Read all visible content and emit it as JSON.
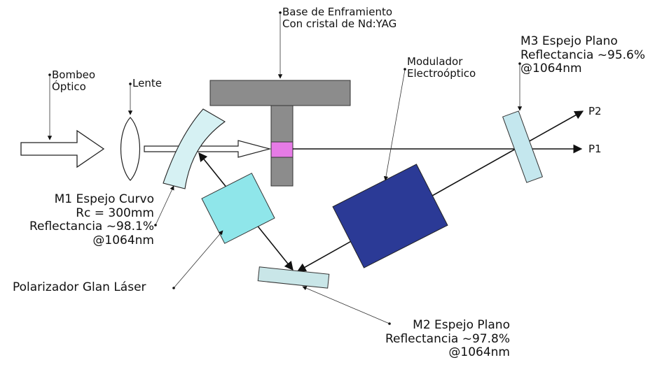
{
  "labels": {
    "bombeo": "Bombeo\nÓptico",
    "lente": "Lente",
    "base": "Base de Enframiento\nCon cristal de Nd:YAG",
    "modulador": "Modulador\nElectroóptico",
    "m3": "M3 Espejo Plano\nReflectancia ~95.6%\n@1064nm",
    "p2": "P2",
    "p1": "P1",
    "m1": "M1 Espejo Curvo\nRc = 300mm\nReflectancia ~98.1%\n@1064nm",
    "polarizador": "Polarizador Glan Láser",
    "m2": "M2 Espejo Plano\nReflectancia ~97.8%\n@1064nm"
  },
  "colors": {
    "mount": "#8c8c8c",
    "crystal": "#e67be6",
    "modulator": "#2b3a96",
    "polarizer": "#8fe6ea",
    "mirror_curved": "#d6f1f3",
    "mirror_flat": "#c9e6e8",
    "mirror_m3": "#c4e7ee",
    "stroke": "#222222"
  }
}
